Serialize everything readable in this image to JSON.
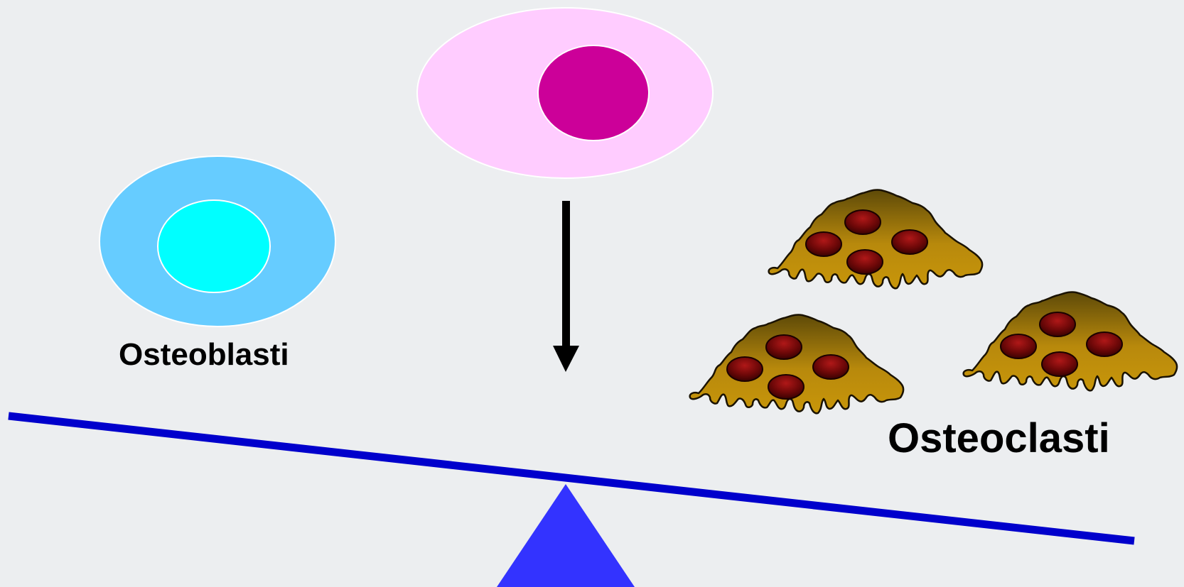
{
  "labels": {
    "osteoblasti": "Osteoblasti",
    "osteoclasti": "Osteoclasti"
  },
  "colors": {
    "background": "#eceef0",
    "osteoblast_cytoplasm": "#66ccff",
    "osteoblast_nucleus": "#00ffff",
    "precursor_cytoplasm": "#ffccff",
    "precursor_nucleus": "#cc0099",
    "osteoclast_body_light": "#c8960a",
    "osteoclast_body_dark": "#5e4a08",
    "osteoclast_nucleus": "#7a0a0a",
    "beam": "#0000cc",
    "fulcrum": "#3333ff",
    "arrow": "#000000"
  },
  "icons": {
    "osteoblast": "osteoblast-cell-icon",
    "precursor": "precursor-cell-icon",
    "osteoclast": "osteoclast-cell-icon",
    "arrow": "arrow-down-icon",
    "fulcrum": "triangle-fulcrum-icon",
    "beam": "seesaw-beam"
  }
}
